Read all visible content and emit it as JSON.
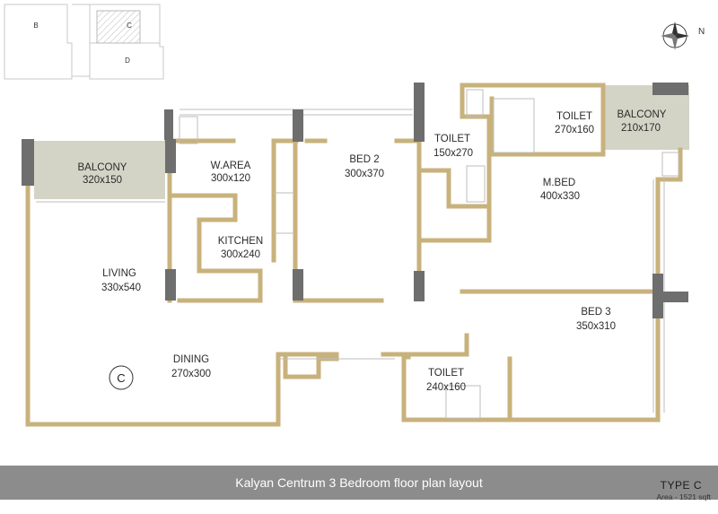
{
  "caption": "Kalyan Centrum 3 Bedroom floor plan layout",
  "unit_type": "TYPE  C",
  "unit_area": "Area - 1521 sqft",
  "compass": {
    "north_label": "N"
  },
  "unit_marker": "C",
  "key_plan": {
    "units": [
      "B",
      "C",
      "D"
    ]
  },
  "rooms": [
    {
      "id": "balcony_left",
      "name": "BALCONY",
      "size": "320x150"
    },
    {
      "id": "w_area",
      "name": "W.AREA",
      "size": "300x120"
    },
    {
      "id": "bed2",
      "name": "BED 2",
      "size": "300x370"
    },
    {
      "id": "toilet_center",
      "name": "TOILET",
      "size": "150x270"
    },
    {
      "id": "toilet_master",
      "name": "TOILET",
      "size": "270x160"
    },
    {
      "id": "balcony_right",
      "name": "BALCONY",
      "size": "210x170"
    },
    {
      "id": "mbed",
      "name": "M.BED",
      "size": "400x330"
    },
    {
      "id": "kitchen",
      "name": "KITCHEN",
      "size": "300x240"
    },
    {
      "id": "living",
      "name": "LIVING",
      "size": "330x540"
    },
    {
      "id": "bed3",
      "name": "BED 3",
      "size": "350x310"
    },
    {
      "id": "dining",
      "name": "DINING",
      "size": "270x300"
    },
    {
      "id": "toilet_bottom",
      "name": "TOILET",
      "size": "240x160"
    }
  ],
  "colors": {
    "wall": "#c8b27c",
    "column": "#6e6e6e",
    "balcony_fill": "#d4d4c6",
    "caption_bar": "#8c8c8c",
    "caption_text": "#ffffff"
  }
}
